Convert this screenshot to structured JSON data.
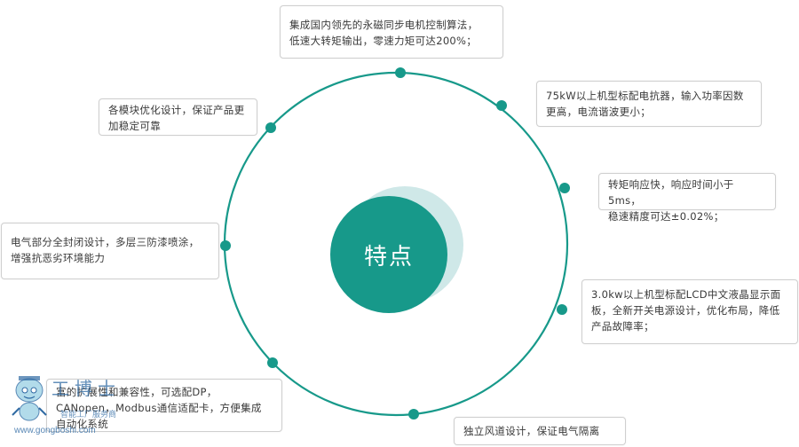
{
  "center": {
    "label": "特点"
  },
  "colors": {
    "accent": "#17998a",
    "halo": "#cfe8e8",
    "ring": "#17998a",
    "border": "#cfcfcf"
  },
  "features": [
    {
      "lines": [
        "集成国内领先的永磁同步电机控制算法，",
        "低速大转矩输出，零速力矩可达200%；"
      ]
    },
    {
      "lines": [
        "75kW以上机型标配电抗器，输入功率因数",
        "更高，电流谐波更小；"
      ]
    },
    {
      "lines": [
        "转矩响应快，响应时间小于5ms，",
        "稳速精度可达±0.02%；"
      ]
    },
    {
      "lines": [
        "3.0kw以上机型标配LCD中文液晶显示面",
        "板，全新开关电源设计，优化布局，降低",
        "产品故障率；"
      ]
    },
    {
      "lines": [
        "独立风道设计，保证电气隔离"
      ]
    },
    {
      "lines": [
        "富的扩展性和兼容性，可选配DP，",
        "CANopen，Modbus通信适配卡，方便集成",
        "自动化系统"
      ]
    },
    {
      "lines": [
        "电气部分全封闭设计，多层三防漆喷涂，",
        "增强抗恶劣环境能力"
      ]
    },
    {
      "lines": [
        "各模块优化设计，保证产品更",
        "加稳定可靠"
      ]
    }
  ],
  "watermark": {
    "title": "工博士",
    "subtitle": "智能工厂服务商",
    "url": "www.gongboshi.com",
    "mascot": "robot-mascot-icon"
  }
}
